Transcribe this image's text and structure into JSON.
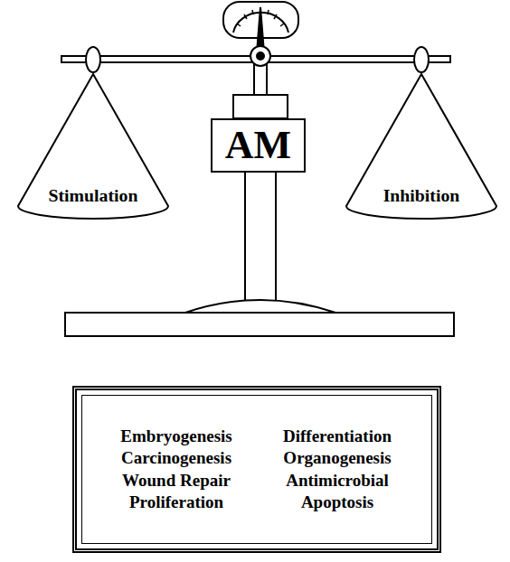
{
  "diagram": {
    "nodes": [
      {
        "text": [
          "Stimulation"
        ]
      },
      {
        "text": [
          "Inhibition"
        ]
      },
      {
        "text": [
          "AM"
        ]
      },
      {
        "text": [
          "Embryogenesis",
          "Differentiation",
          "Carcinogenesis",
          "Organogenesis",
          "Wound Repair",
          "Antimicrobial",
          "Proliferation",
          "Apoptosis"
        ]
      }
    ]
  }
}
